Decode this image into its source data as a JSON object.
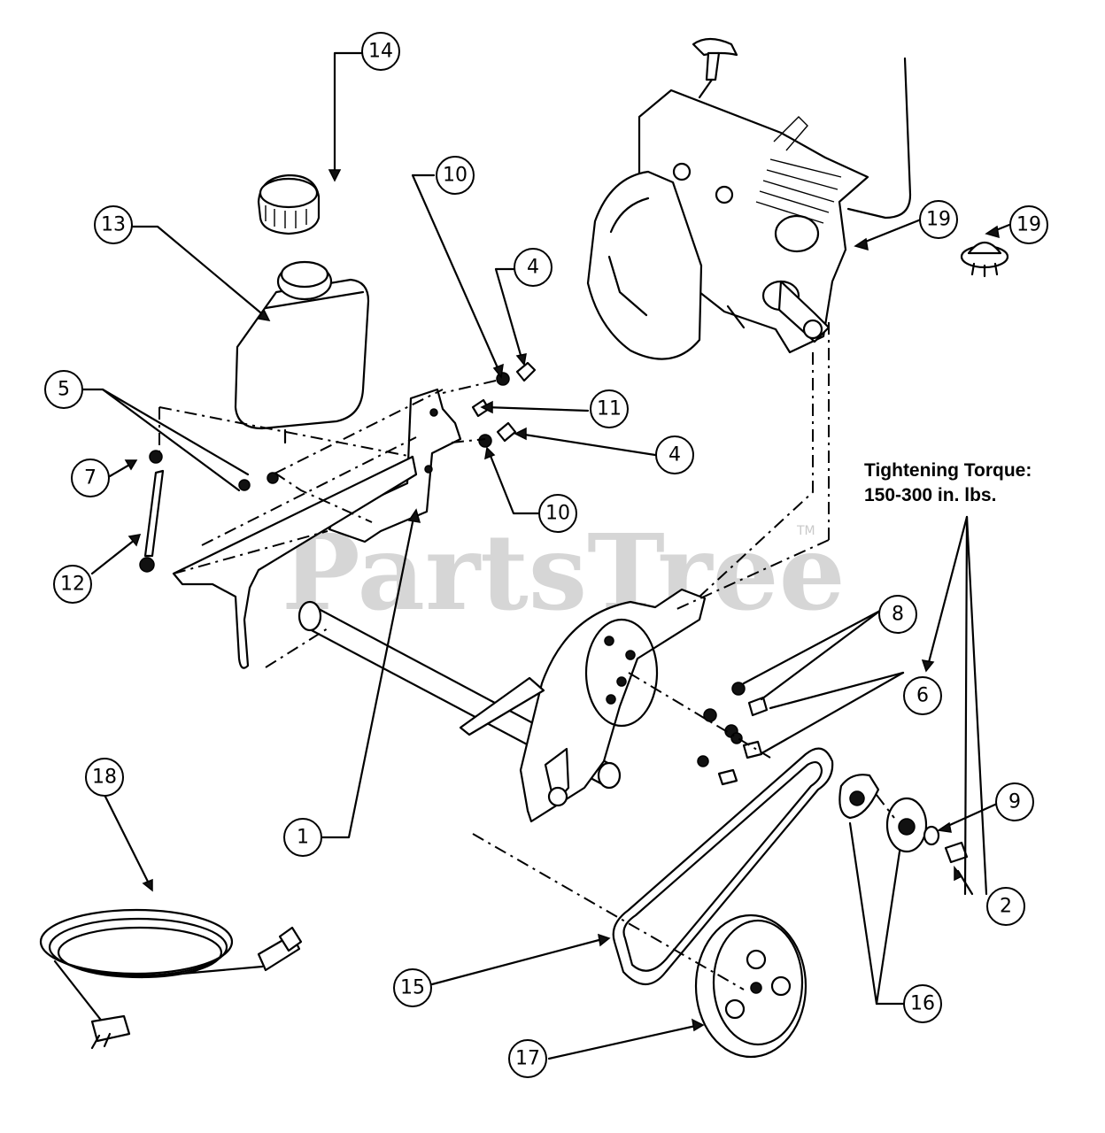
{
  "watermark": {
    "text": "PartsTree",
    "mark": "TM"
  },
  "torque_note": {
    "line1": "Tightening Torque:",
    "line2": "150-300 in. lbs."
  },
  "callouts": [
    {
      "id": "c1",
      "label": "1"
    },
    {
      "id": "c2",
      "label": "2"
    },
    {
      "id": "c4a",
      "label": "4"
    },
    {
      "id": "c4b",
      "label": "4"
    },
    {
      "id": "c5",
      "label": "5"
    },
    {
      "id": "c6",
      "label": "6"
    },
    {
      "id": "c7",
      "label": "7"
    },
    {
      "id": "c8",
      "label": "8"
    },
    {
      "id": "c9",
      "label": "9"
    },
    {
      "id": "c10a",
      "label": "10"
    },
    {
      "id": "c10b",
      "label": "10"
    },
    {
      "id": "c11",
      "label": "11"
    },
    {
      "id": "c12",
      "label": "12"
    },
    {
      "id": "c13",
      "label": "13"
    },
    {
      "id": "c14",
      "label": "14"
    },
    {
      "id": "c15",
      "label": "15"
    },
    {
      "id": "c16",
      "label": "16"
    },
    {
      "id": "c17",
      "label": "17"
    },
    {
      "id": "c18",
      "label": "18"
    },
    {
      "id": "c19a",
      "label": "19"
    },
    {
      "id": "c19b",
      "label": "19"
    }
  ],
  "parts": [
    {
      "name": "engine"
    },
    {
      "name": "primer-bulb"
    },
    {
      "name": "fuel-tank"
    },
    {
      "name": "fuel-cap"
    },
    {
      "name": "tank-bracket"
    },
    {
      "name": "mounting-frame"
    },
    {
      "name": "drive-belt"
    },
    {
      "name": "pulley"
    },
    {
      "name": "pulley-halves"
    },
    {
      "name": "electric-starter-cord"
    }
  ]
}
